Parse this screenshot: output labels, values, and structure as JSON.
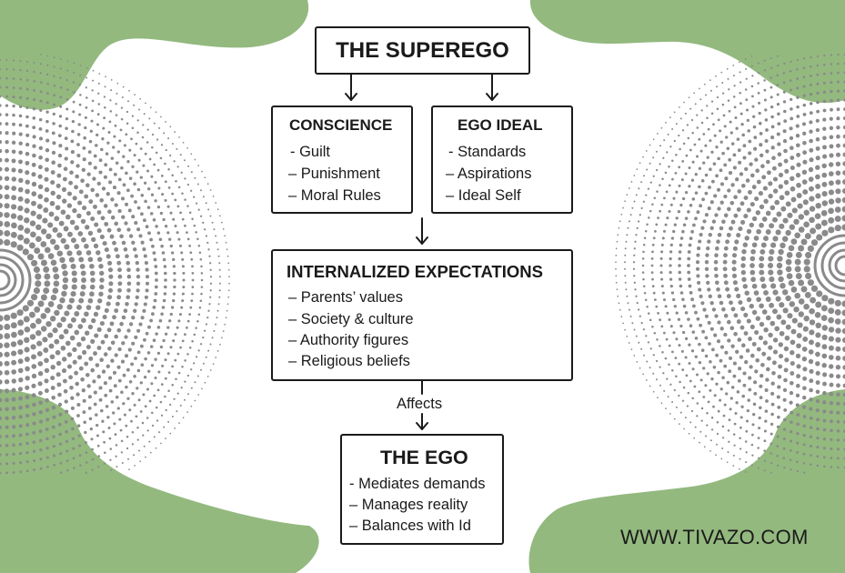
{
  "superego": {
    "title": "THE SUPEREGO"
  },
  "conscience": {
    "title": "CONSCIENCE",
    "items": [
      "- Guilt",
      "– Punishment",
      "– Moral Rules"
    ]
  },
  "ego_ideal": {
    "title": "EGO IDEAL",
    "items": [
      "- Standards",
      "– Aspirations",
      "– Ideal Self"
    ]
  },
  "internalized": {
    "title": "INTERNALIZED EXPECTATIONS",
    "items": [
      "– Parents’ values",
      "– Society & culture",
      "– Authority figures",
      "– Religious beliefs"
    ]
  },
  "connector": {
    "label": "Affects"
  },
  "ego": {
    "title": "THE EGO",
    "items": [
      "- Mediates demands",
      "– Manages reality",
      "– Balances with Id"
    ]
  },
  "footer": {
    "website": "WWW.TIVAZO.COM"
  },
  "colors": {
    "green": "#93b97f",
    "dots": "#8a8a8a",
    "ink": "#1a1a1a"
  }
}
